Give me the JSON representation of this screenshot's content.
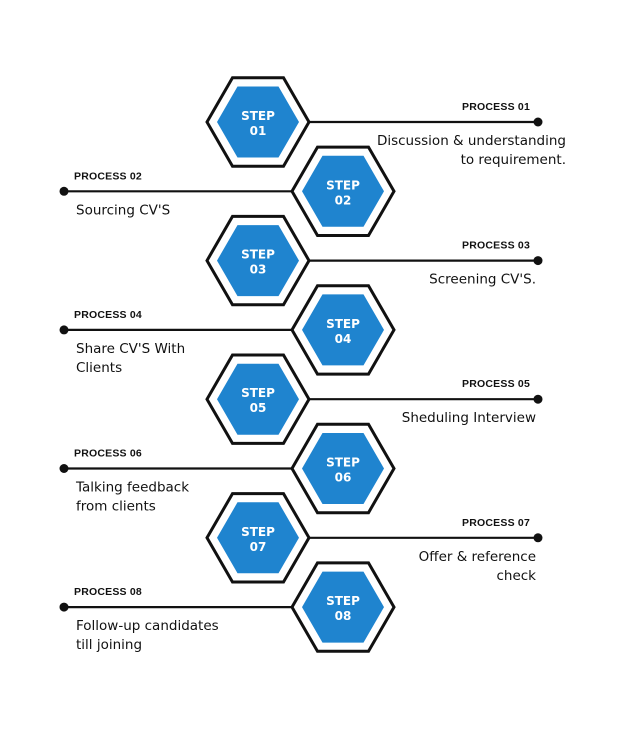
{
  "colors": {
    "hex_fill": "#1f84cf",
    "hex_border": "#111111",
    "line": "#111111",
    "text": "#111111"
  },
  "steps": [
    {
      "step_word": "STEP",
      "step_number": "01",
      "process_label": "PROCESS 01",
      "description": [
        "Discussion & understanding",
        "to requirement."
      ],
      "side": "right"
    },
    {
      "step_word": "STEP",
      "step_number": "02",
      "process_label": "PROCESS 02",
      "description": [
        "Sourcing CV'S"
      ],
      "side": "left"
    },
    {
      "step_word": "STEP",
      "step_number": "03",
      "process_label": "PROCESS 03",
      "description": [
        "Screening CV'S."
      ],
      "side": "right"
    },
    {
      "step_word": "STEP",
      "step_number": "04",
      "process_label": "PROCESS 04",
      "description": [
        "Share CV'S With",
        "Clients"
      ],
      "side": "left"
    },
    {
      "step_word": "STEP",
      "step_number": "05",
      "process_label": "PROCESS 05",
      "description": [
        "Sheduling Interview"
      ],
      "side": "right"
    },
    {
      "step_word": "STEP",
      "step_number": "06",
      "process_label": "PROCESS 06",
      "description": [
        "Talking feedback",
        "from clients"
      ],
      "side": "left"
    },
    {
      "step_word": "STEP",
      "step_number": "07",
      "process_label": "PROCESS 07",
      "description": [
        "Offer & reference",
        "check"
      ],
      "side": "right"
    },
    {
      "step_word": "STEP",
      "step_number": "08",
      "process_label": "PROCESS 08",
      "description": [
        "Follow-up candidates",
        "till joining"
      ],
      "side": "left"
    }
  ]
}
